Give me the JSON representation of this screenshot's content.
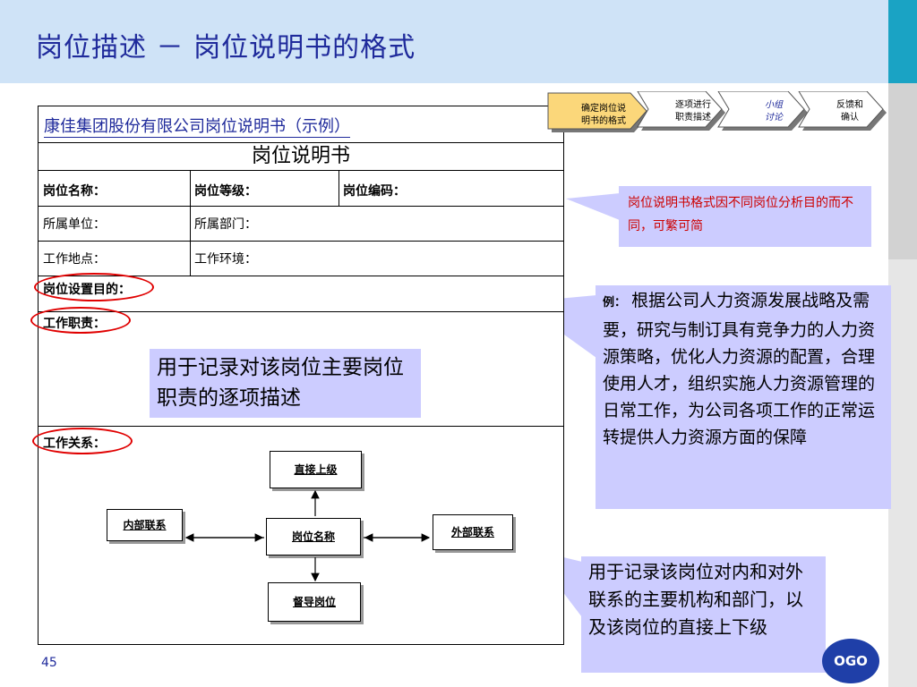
{
  "header": {
    "title": "岗位描述 － 岗位说明书的格式"
  },
  "form": {
    "caption": "康佳集团股份有限公司岗位说明书（示例）",
    "title": "岗位说明书",
    "row1": [
      "岗位名称：",
      "岗位等级：",
      "岗位编码："
    ],
    "row2": [
      "所属单位：",
      "所属部门："
    ],
    "row3": [
      "工作地点：",
      "工作环境："
    ],
    "purpose": "岗位设置目的：",
    "duties": "工作职责：",
    "relations": "工作关系："
  },
  "relation_chart": {
    "superior": "直接上级",
    "internal": "内部联系",
    "position": "岗位名称",
    "external": "外部联系",
    "supervised": "督导岗位"
  },
  "callouts": {
    "format_note": "岗位说明书格式因不同岗位分析目的而不同，可繁可简",
    "example_prefix": "例：",
    "example_text": "根据公司人力资源发展战略及需要，研究与制订具有竞争力的人力资源策略，优化人力资源的配置，合理使用人才，组织实施人力资源管理的日常工作，为公司各项工作的正常运转提供人力资源方面的保障",
    "duties_note": "用于记录对该岗位主要岗位职责的逐项描述",
    "relations_note": "用于记录该岗位对内和对外联系的主要机构和部门，以及该岗位的直接上下级"
  },
  "process_steps": [
    {
      "line1": "确定岗位说",
      "line2": "明书的格式",
      "active": true
    },
    {
      "line1": "逐项进行",
      "line2": "职责描述",
      "active": false
    },
    {
      "line1": "小组",
      "line2": "讨论",
      "active": false
    },
    {
      "line1": "反馈和",
      "line2": "确认",
      "active": false
    }
  ],
  "colors": {
    "header_bg": "#cfe3f7",
    "title_blue": "#1f2a9b",
    "callout_bg": "#ccccff",
    "active_step": "#fbd77a",
    "highlight_red": "#e00000"
  },
  "footer": {
    "page_number": "45",
    "logo": "OGO"
  }
}
